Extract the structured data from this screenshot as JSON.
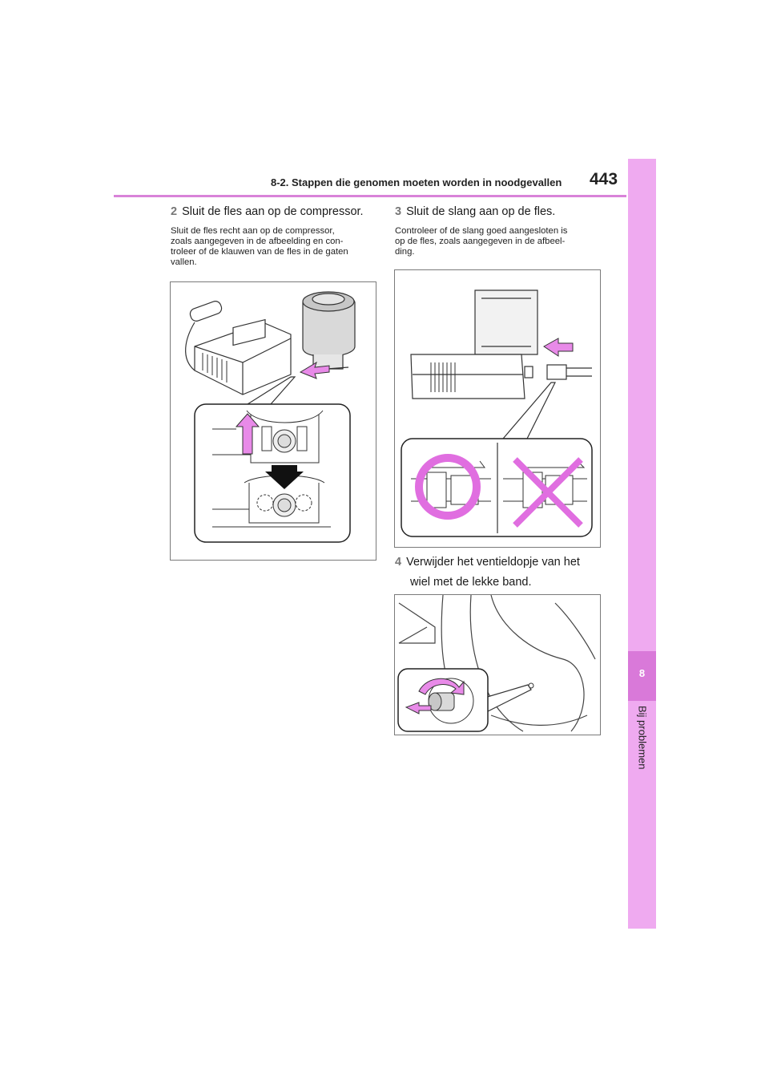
{
  "header": {
    "section_title": "8-2. Stappen die genomen moeten worden in noodgevallen",
    "page_number": "443"
  },
  "sidebar": {
    "chapter_number": "8",
    "chapter_title": "Bij problemen"
  },
  "steps": [
    {
      "number": "2",
      "title": "Sluit de fles aan op de compressor.",
      "desc_lines": [
        "Sluit de fles recht aan op de compressor,",
        "zoals aangegeven in de afbeelding en con-",
        "troleer of de klauwen van de fles in de gaten",
        "vallen."
      ]
    },
    {
      "number": "3",
      "title": "Sluit de slang aan op de fles.",
      "desc_lines": [
        "Controleer of de slang goed aangesloten is",
        "op de fles, zoals aangegeven in de afbeel-",
        "ding."
      ]
    },
    {
      "number": "4",
      "title_lines": [
        "Verwijder het ventieldopje van het",
        "wiel met de lekke band."
      ]
    }
  ],
  "colors": {
    "accent_pink": "#e06ee0",
    "band_pink": "#efaaf0",
    "tab_magenta": "#d979d9"
  }
}
